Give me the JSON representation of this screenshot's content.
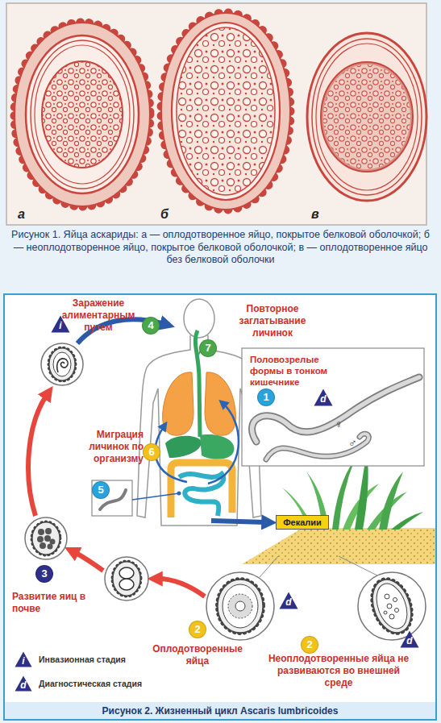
{
  "diagram": {
    "caption": "Рисунок 2. Жизненный цикл Ascaris lumbricoides",
    "nodes": [
      {
        "text": [
          "i"
        ]
      },
      {
        "text": [
          "4"
        ]
      },
      {
        "text": [
          "7"
        ]
      },
      {
        "text": [
          "Половозрелые формы в тонком кишечнике"
        ]
      },
      {
        "text": [
          "1"
        ],
        "in": 3
      },
      {
        "text": [
          "d"
        ],
        "in": 3
      },
      {
        "text": [
          "6"
        ]
      },
      {
        "text": [
          "5"
        ]
      },
      {
        "text": [
          "Фекалии"
        ]
      },
      {
        "text": [
          "3"
        ]
      },
      {
        "text": [
          "d"
        ]
      },
      {
        "text": [
          "2"
        ]
      },
      {
        "text": [
          "d"
        ]
      },
      {
        "text": [
          "2"
        ]
      },
      {
        "text": [
          "i"
        ]
      },
      {
        "text": [
          "d"
        ]
      }
    ],
    "labels": [
      "а",
      "б",
      "в",
      "Рисунок 1. Яйца аскариды: а — оплодотворенное яйцо, покрытое белковой оболочкой; б — неоплодотворенное яйцо, покрытое белковой оболочкой; в — оплодотворенное яйцо без белковой оболочки",
      "Заражение алиментарным путем",
      "Повторное заглатывание личинок",
      "♀",
      "♂",
      "Миграция личинок по организму",
      "Развитие яиц в почве",
      "Оплодотворенные яйца",
      "Неоплодотворенные яйца не развиваются во внешней среде"
    ],
    "legend": [
      {
        "text": "Инвазионная стадия"
      },
      {
        "text": "Диагностическая стадия"
      }
    ]
  }
}
